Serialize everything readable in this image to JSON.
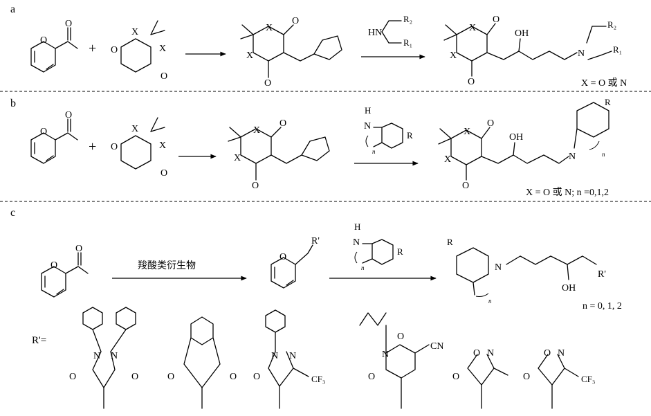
{
  "panels": {
    "a": {
      "label": "a",
      "plus": "+",
      "x_mark": "X",
      "reagent": {
        "nh": "HN",
        "r2": "R₂",
        "r1": "R₁"
      },
      "product": {
        "oh": "OH",
        "n": "N",
        "r2": "R₂",
        "r1": "R₁"
      },
      "o_mark": "O",
      "note": "X = O 或 N"
    },
    "b": {
      "label": "b",
      "plus": "+",
      "x_mark": "X",
      "reagent": {
        "h": "H",
        "n": "N",
        "r": "R",
        "sub": "n"
      },
      "product": {
        "oh": "OH",
        "n": "N",
        "r": "R",
        "sub": "n"
      },
      "o_mark": "O",
      "note": "X = O 或 N; n =0,1,2"
    },
    "c": {
      "label": "c",
      "arrow_text": "羧酸类衍生物",
      "intermediate_r": "R'",
      "reagent": {
        "h": "H",
        "n": "N",
        "r": "R",
        "sub": "n"
      },
      "product": {
        "r": "R",
        "n": "N",
        "oh": "OH",
        "rp": "R'",
        "sub": "n"
      },
      "o_mark": "O",
      "note": "n = 0, 1, 2",
      "rprime_label": "R'=",
      "fragments": {
        "n_atom": "N",
        "cf3": "CF₃",
        "cn": "CN"
      }
    }
  }
}
